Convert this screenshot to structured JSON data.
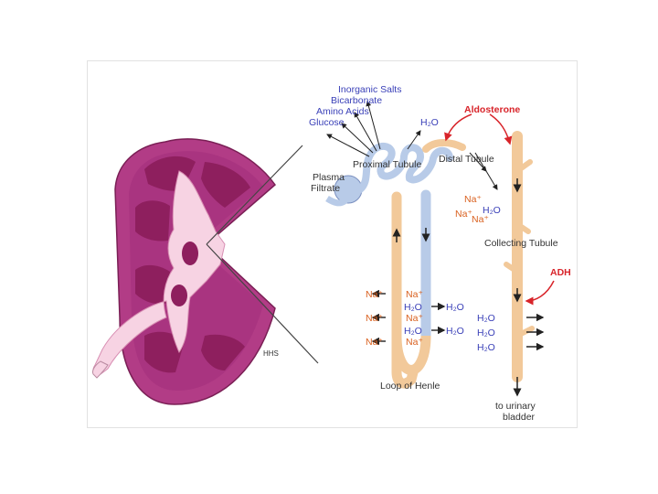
{
  "labels": {
    "inorganic_salts": "Inorganic Salts",
    "bicarbonate": "Bicarbonate",
    "amino_acids": "Amino Acids",
    "glucose": "Glucose",
    "h2o": "H₂O",
    "aldosterone": "Aldosterone",
    "proximal_tubule": "Proximal Tubule",
    "distal_tubule": "Distal Tubule",
    "plasma": "Plasma",
    "filtrate": "Filtrate",
    "na": "Na⁺",
    "collecting_tubule": "Collecting Tubule",
    "adh": "ADH",
    "loop_of_henle": "Loop of Henle",
    "to_urinary": "to urinary",
    "bladder": "bladder",
    "artist_mark": "HHS"
  },
  "colors": {
    "kidney_outer": "#b23c86",
    "kidney_pyramid": "#8e1f5e",
    "kidney_pelvis": "#f7d3e3",
    "filtrate_tube": "#b8cbe8",
    "tubule_tan": "#f2c99a",
    "blue_text": "#3a40b8",
    "orange_text": "#d9601e",
    "red_text": "#d8242a"
  }
}
